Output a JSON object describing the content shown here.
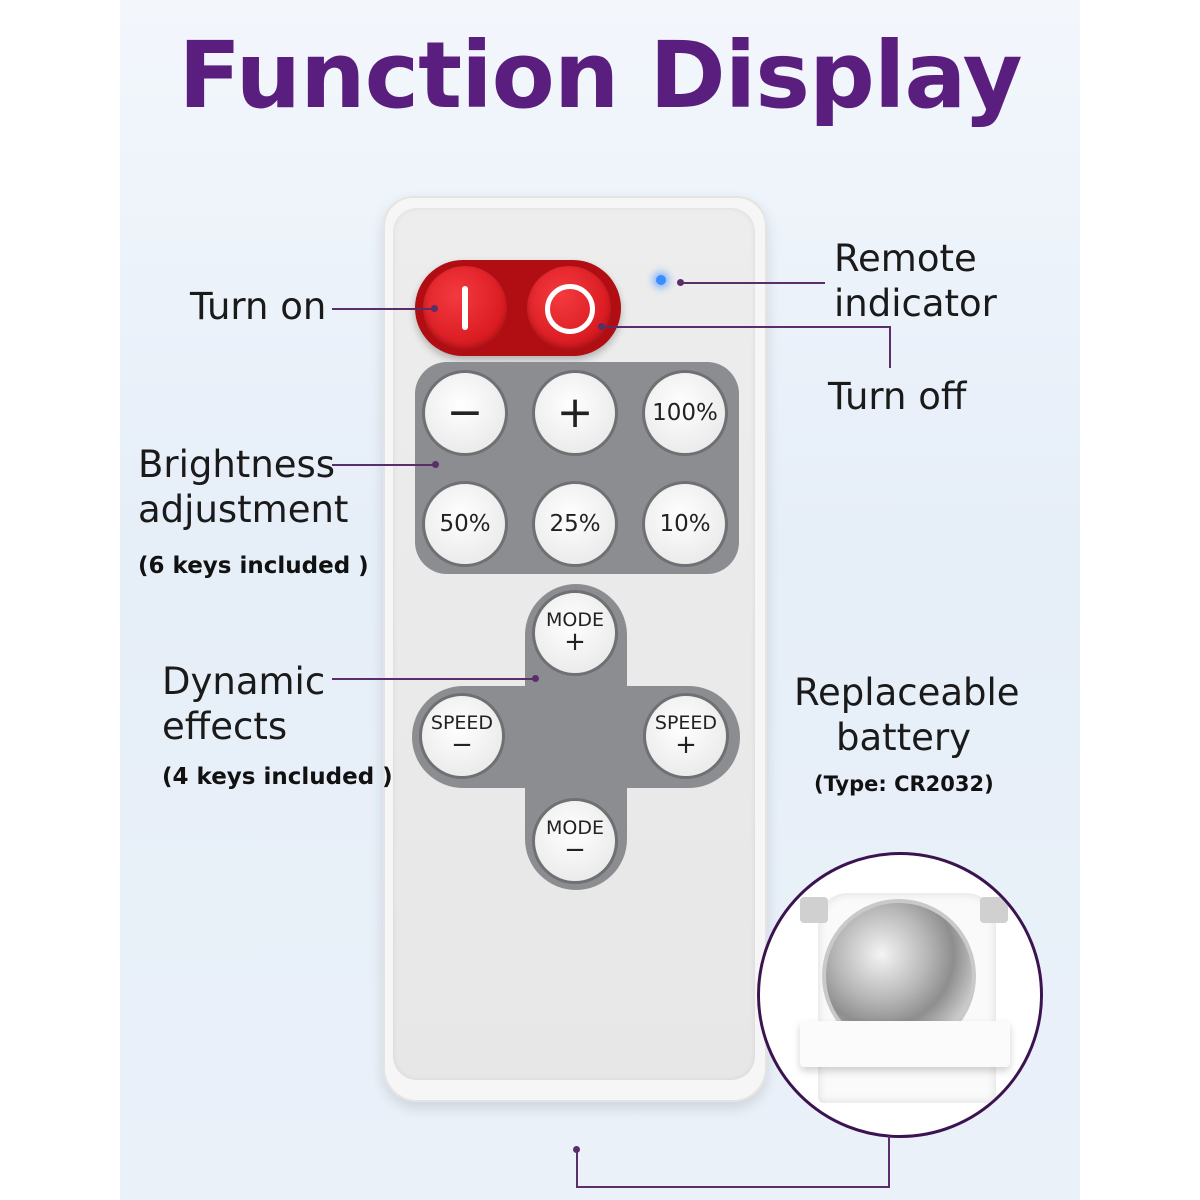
{
  "title": "Function Display",
  "power": {
    "on_symbol": "I",
    "off_symbol": "O"
  },
  "brightness_keys": [
    "−",
    "+",
    "100%",
    "50%",
    "25%",
    "10%"
  ],
  "effect_keys": {
    "mode_plus": {
      "line1": "MODE",
      "line2": "+"
    },
    "speed_minus": {
      "line1": "SPEED",
      "line2": "−"
    },
    "speed_plus": {
      "line1": "SPEED",
      "line2": "+"
    },
    "mode_minus": {
      "line1": "MODE",
      "line2": "−"
    }
  },
  "callouts": {
    "turn_on": "Turn on",
    "remote_indicator_1": "Remote",
    "remote_indicator_2": "indicator",
    "turn_off": "Turn off",
    "brightness_1": "Brightness",
    "brightness_2": "adjustment",
    "brightness_note": "(6 keys included )",
    "dynamic_1": "Dynamic",
    "dynamic_2": "effects",
    "dynamic_note": "(4 keys included )",
    "battery_1": "Replaceable",
    "battery_2": "battery",
    "battery_note": "(Type: CR2032)"
  },
  "colors": {
    "title": "#5a1f7e",
    "power_red": "#d81a20",
    "panel_grey": "#8b8d90",
    "led_blue": "#3c8dff"
  }
}
